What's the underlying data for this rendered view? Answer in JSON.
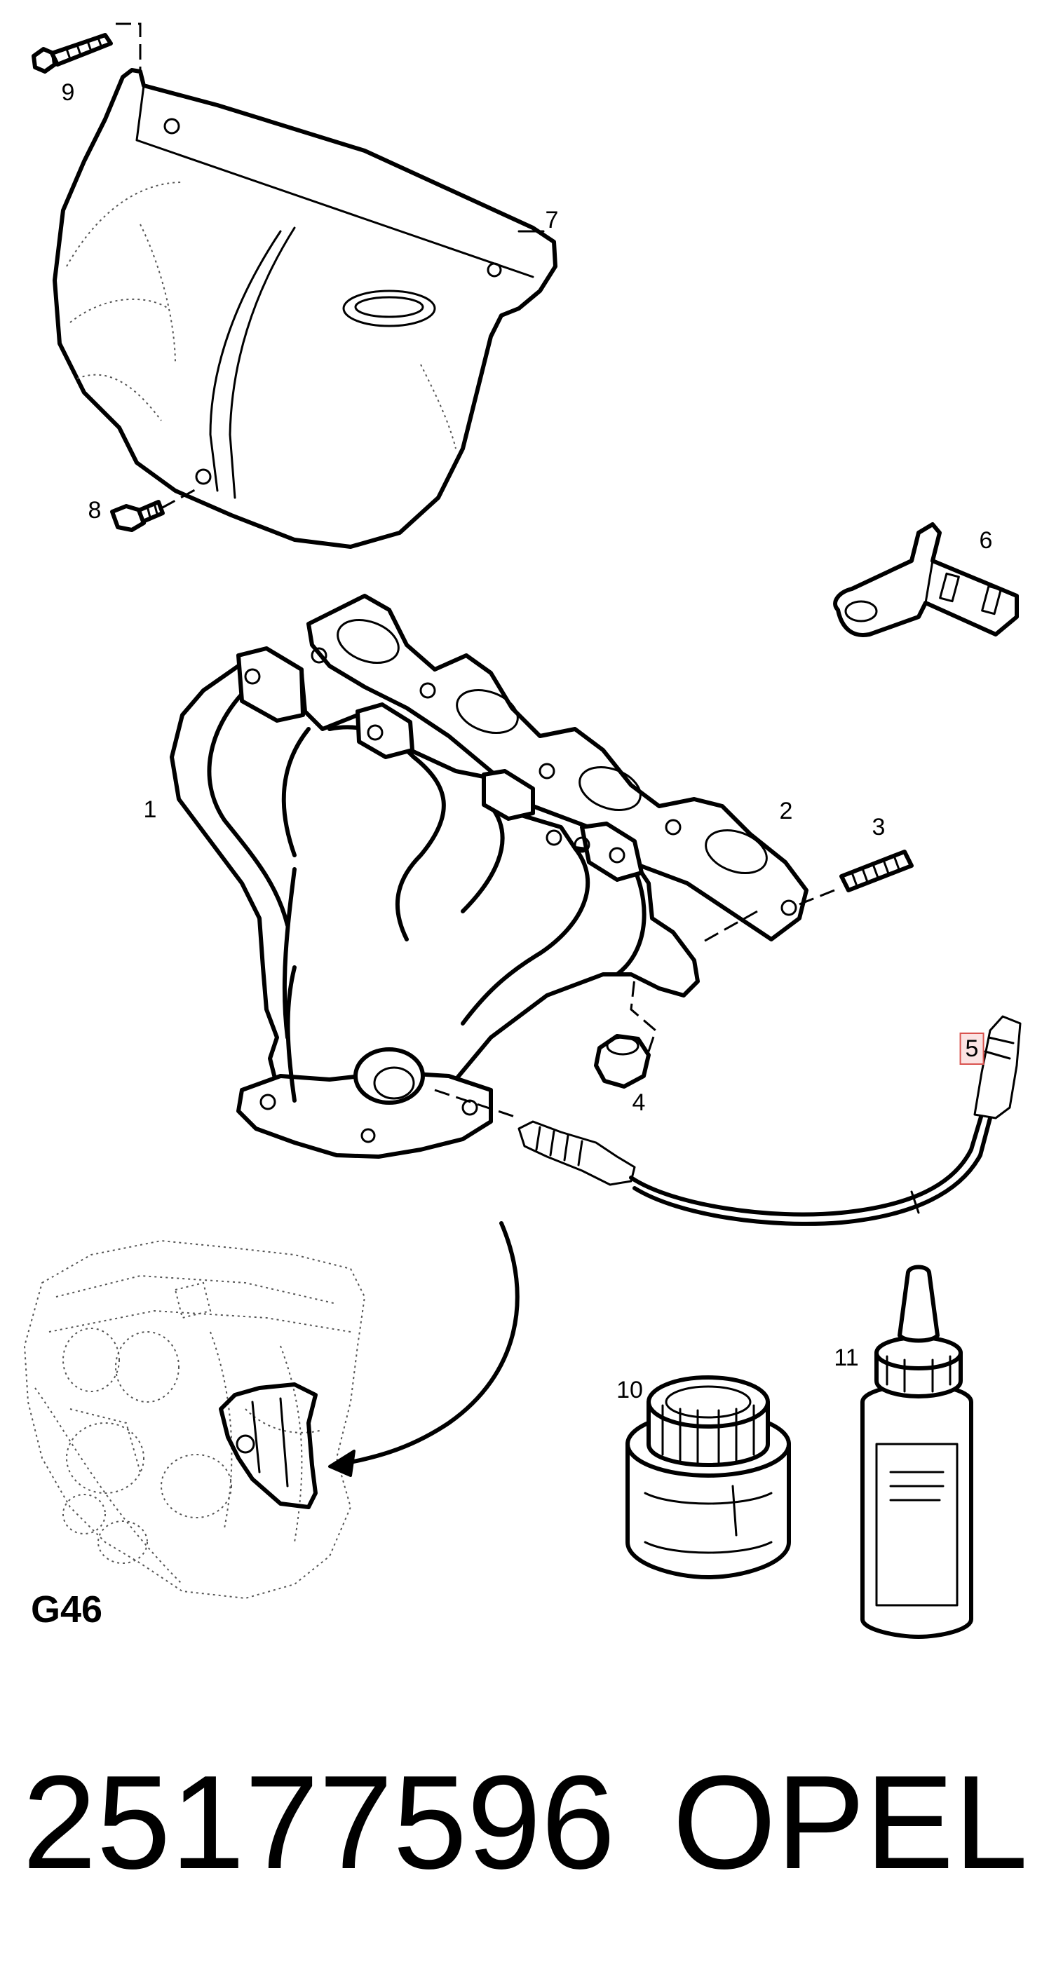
{
  "diagram": {
    "callouts": [
      {
        "id": "1",
        "label": "1"
      },
      {
        "id": "2",
        "label": "2"
      },
      {
        "id": "3",
        "label": "3"
      },
      {
        "id": "4",
        "label": "4"
      },
      {
        "id": "5",
        "label": "5",
        "highlighted": true
      },
      {
        "id": "6",
        "label": "6"
      },
      {
        "id": "7",
        "label": "7"
      },
      {
        "id": "8",
        "label": "8"
      },
      {
        "id": "9",
        "label": "9"
      },
      {
        "id": "10",
        "label": "10"
      },
      {
        "id": "11",
        "label": "11"
      }
    ],
    "group_code": "G46"
  },
  "footer": {
    "part_number": "25177596",
    "brand": "OPEL"
  },
  "colors": {
    "line": "#000000",
    "highlight_border": "#d9534f",
    "highlight_fill": "#fbe3e3",
    "background": "#ffffff"
  }
}
